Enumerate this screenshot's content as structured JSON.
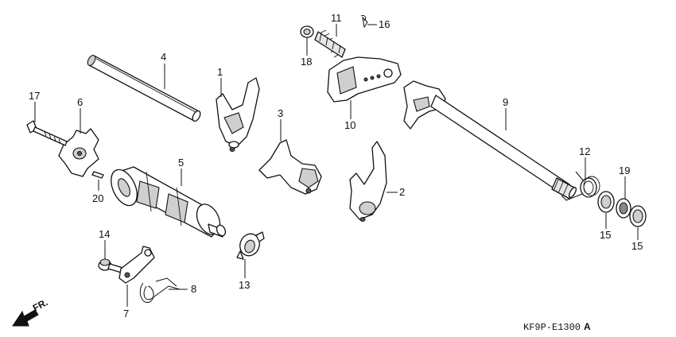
{
  "diagram": {
    "part_numbers": [
      "1",
      "2",
      "3",
      "4",
      "5",
      "6",
      "7",
      "8",
      "9",
      "10",
      "11",
      "12",
      "13",
      "14",
      "15",
      "15",
      "16",
      "17",
      "18",
      "19",
      "20"
    ],
    "direction_label": "FR.",
    "code": "KF9P-E1300",
    "code_suffix": "A"
  }
}
